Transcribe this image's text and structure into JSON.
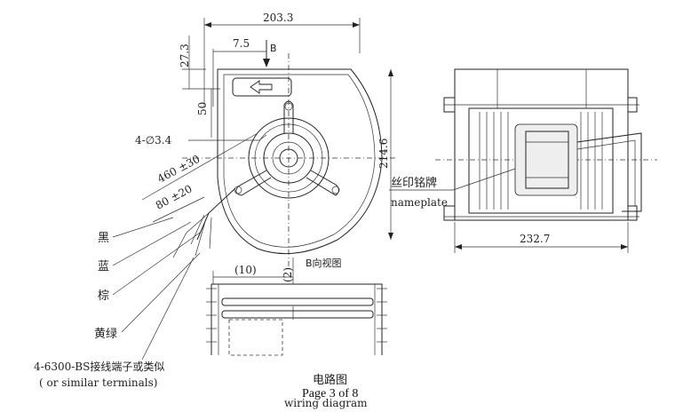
{
  "front_view": {
    "dim_overall_width": "203.3",
    "dim_top_offset": "27.3",
    "dim_b_offset": "7.5",
    "view_marker": "B",
    "dim_vertical_50": "50",
    "dim_holes": "4-∅3.4",
    "dim_cable_460": "460 ±30",
    "dim_cable_80": "80 ±20",
    "dim_height": "214.6"
  },
  "wire_colors": {
    "black": "黑",
    "blue": "蓝",
    "brown": "棕",
    "yellow_green": "黄绿"
  },
  "terminal_note": {
    "cn": "4-6300-BS接线端子或类似",
    "en": "( or similar terminals)"
  },
  "side_view": {
    "nameplate_cn": "丝印铭牌",
    "nameplate_en": "nameplate",
    "dim_width": "232.7"
  },
  "detail_b": {
    "title": "B向视图",
    "dim_10": "(10)",
    "dim_2": "(2)"
  },
  "wiring": {
    "cn": "电路图",
    "en": "wiring diagram"
  },
  "footer": {
    "page": "Page 3 of 8"
  }
}
